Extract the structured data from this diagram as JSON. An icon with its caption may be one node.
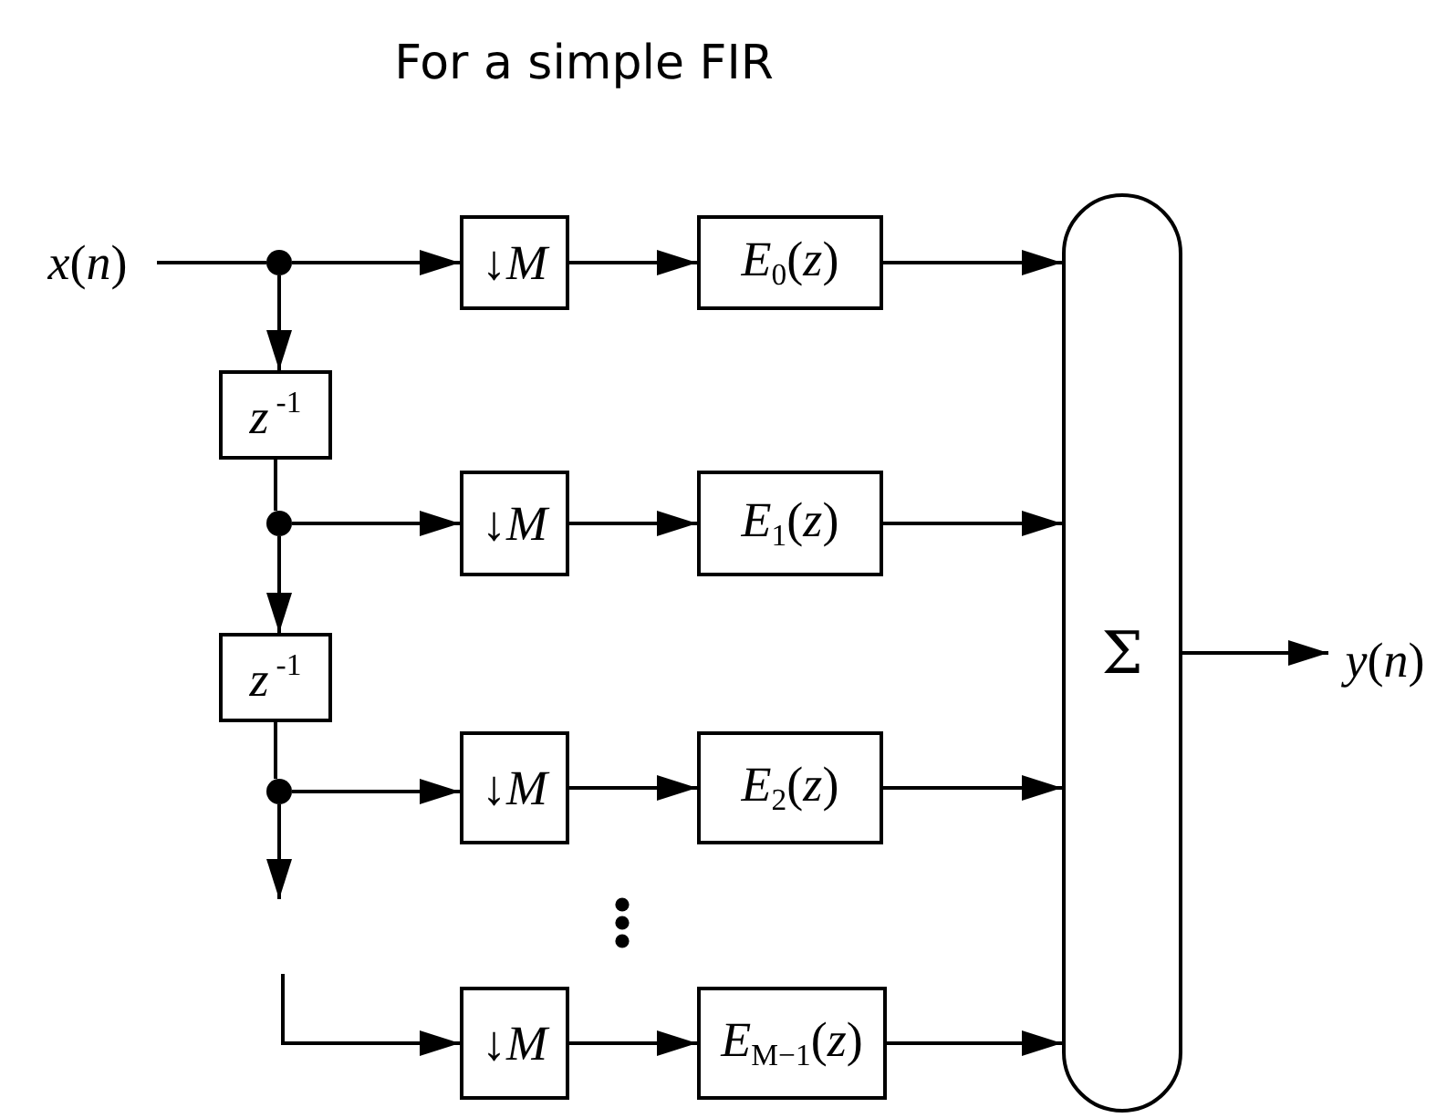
{
  "diagram": {
    "title": "For a simple FIR",
    "nodes": [
      {
        "text": [
          "*x*(*n*)"
        ]
      },
      {
        "text": [],
        "shape": "circle"
      },
      {
        "text": [
          "*z*$^{-1}$"
        ]
      },
      {
        "text": [],
        "shape": "circle"
      },
      {
        "text": [
          "*z*$^{-1}$"
        ]
      },
      {
        "text": [],
        "shape": "circle"
      },
      {
        "text": [
          "↓*M*"
        ]
      },
      {
        "text": [
          "*E*$_{0}$(*z*)"
        ]
      },
      {
        "text": [
          "↓*M*"
        ]
      },
      {
        "text": [
          "*E*$_{1}$(*z*)"
        ]
      },
      {
        "text": [
          "↓*M*"
        ]
      },
      {
        "text": [
          "*E*$_{2}$(*z*)"
        ]
      },
      {
        "text": [
          "↓*M*"
        ]
      },
      {
        "text": [
          "*E*$_{M−1}$(*z*)"
        ]
      },
      {
        "text": [
          "Σ"
        ]
      },
      {
        "text": [
          "*y*(*n*)"
        ]
      }
    ],
    "edges": [
      {
        "from": 0,
        "to": 1,
        "arrow": "none"
      },
      {
        "from": 1,
        "to": 6,
        "arrow": "to"
      },
      {
        "from": 1,
        "to": 2,
        "arrow": "to"
      },
      {
        "from": 2,
        "to": 3,
        "arrow": "none"
      },
      {
        "from": 3,
        "to": 8,
        "arrow": "to"
      },
      {
        "from": 3,
        "to": 4,
        "arrow": "to"
      },
      {
        "from": 4,
        "to": 5,
        "arrow": "none"
      },
      {
        "from": 5,
        "to": 10,
        "arrow": "to"
      },
      {
        "from": 5,
        "to": null,
        "arrow": "to"
      },
      {
        "from": null,
        "to": 12,
        "arrow": "to"
      },
      {
        "from": 6,
        "to": 7,
        "arrow": "to"
      },
      {
        "from": 7,
        "to": 14,
        "arrow": "to"
      },
      {
        "from": 8,
        "to": 9,
        "arrow": "to"
      },
      {
        "from": 9,
        "to": 14,
        "arrow": "to"
      },
      {
        "from": 10,
        "to": 11,
        "arrow": "to"
      },
      {
        "from": 11,
        "to": 14,
        "arrow": "to"
      },
      {
        "from": 12,
        "to": 13,
        "arrow": "to"
      },
      {
        "from": 13,
        "to": 14,
        "arrow": "to"
      },
      {
        "from": 14,
        "to": 15,
        "arrow": "to"
      }
    ]
  }
}
